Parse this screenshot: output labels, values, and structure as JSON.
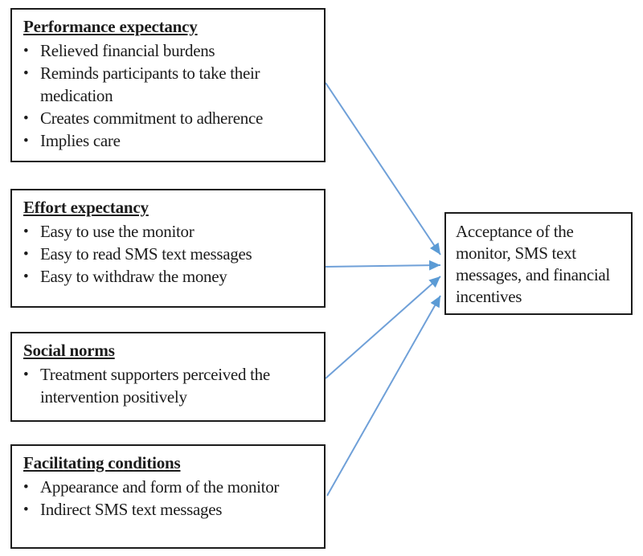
{
  "diagram": {
    "bullet_glyph": "•",
    "arrow_color_line": "#6fa0d8",
    "arrow_color_head": "#5b9bd5",
    "boxes": [
      {
        "id": "performance-expectancy",
        "title": "Performance expectancy",
        "bullets": [
          "Relieved financial burdens",
          "Reminds participants to take their medication",
          "Creates commitment to adherence",
          "Implies care"
        ]
      },
      {
        "id": "effort-expectancy",
        "title": "Effort expectancy",
        "bullets": [
          "Easy to use the monitor",
          "Easy to read SMS text messages",
          "Easy to withdraw the money"
        ]
      },
      {
        "id": "social-norms",
        "title": "Social norms",
        "bullets": [
          "Treatment supporters perceived the intervention positively"
        ]
      },
      {
        "id": "facilitating-conditions",
        "title": "Facilitating conditions",
        "bullets": [
          "Appearance and form of the monitor",
          "Indirect SMS text messages"
        ]
      }
    ],
    "outcome": {
      "id": "acceptance",
      "text": "Acceptance of the monitor, SMS text messages, and financial incentives"
    },
    "connections": [
      {
        "from": "performance-expectancy",
        "to": "acceptance"
      },
      {
        "from": "effort-expectancy",
        "to": "acceptance"
      },
      {
        "from": "social-norms",
        "to": "acceptance"
      },
      {
        "from": "facilitating-conditions",
        "to": "acceptance"
      }
    ]
  }
}
